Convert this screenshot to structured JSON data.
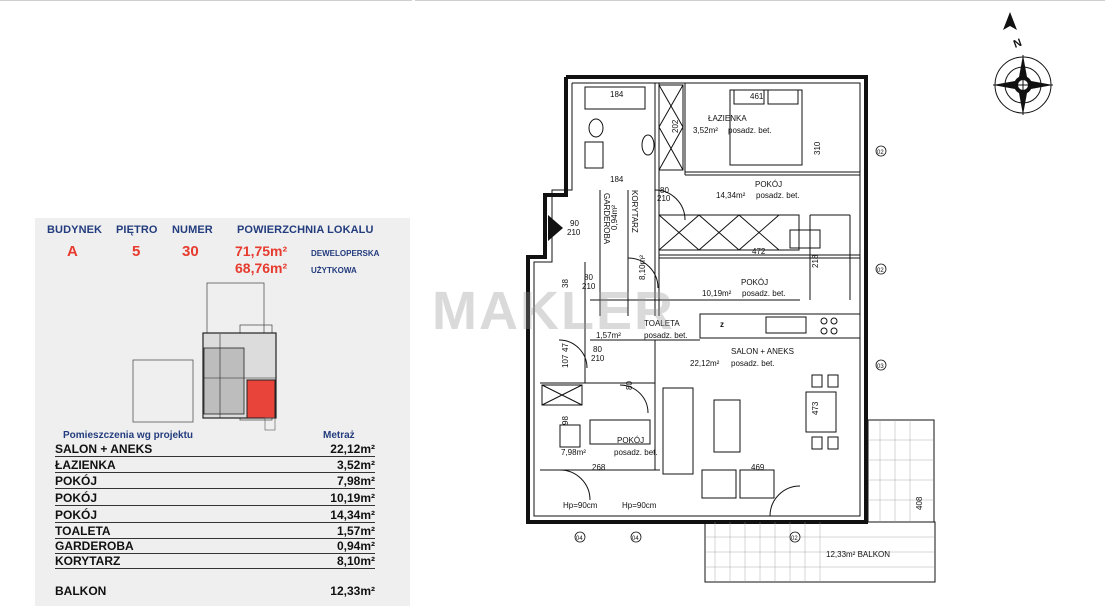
{
  "header": {
    "col_budynek": "BUDYNEK",
    "col_pietro": "PIĘTRO",
    "col_numer": "NUMER",
    "col_powierzchnia": "POWIERZCHNIA LOKALU",
    "budynek": "A",
    "pietro": "5",
    "numer": "30",
    "area_dev": "71,75m²",
    "area_dev_label": "DEWELOPERSKA",
    "area_use": "68,76m²",
    "area_use_label": "UŻYTKOWA"
  },
  "rooms_table": {
    "title": "Pomieszczenia wg projektu",
    "metraz_label": "Metraż",
    "rows": [
      {
        "name": "SALON + ANEKS",
        "area": "22,12m²"
      },
      {
        "name": "ŁAZIENKA",
        "area": "3,52m²"
      },
      {
        "name": "POKÓJ",
        "area": "7,98m²"
      },
      {
        "name": "POKÓJ",
        "area": "10,19m²"
      },
      {
        "name": "POKÓJ",
        "area": "14,34m²"
      },
      {
        "name": "TOALETA",
        "area": "1,57m²"
      },
      {
        "name": "GARDEROBA",
        "area": "0,94m²"
      },
      {
        "name": "KORYTARZ",
        "area": "8,10m²"
      }
    ],
    "balkon": {
      "name": "BALKON",
      "area": "12,33m²"
    }
  },
  "plan": {
    "watermark": "MAKLER",
    "compass_letter": "N",
    "labels": {
      "lazienka": "ŁAZIENKA",
      "lazienka_area": "3,52m²",
      "floor": "posadz. bet.",
      "pokoj": "POKÓJ",
      "pokoj_big_area": "14,34m²",
      "pokoj_mid_area": "10,19m²",
      "pokoj_small_area": "7,98m²",
      "toaleta": "TOALETA",
      "toaleta_area": "1,57m²",
      "salon": "SALON + ANEKS",
      "salon_area": "22,12m²",
      "garderoba": "GARDEROBA",
      "garderoba_area": "0,94m²",
      "korytarz": "KORYTARZ",
      "korytarz_area": "8,10m²",
      "balkon": "12,33m² BALKON"
    },
    "dims": {
      "d184": "184",
      "d461": "461",
      "d202": "202",
      "d310": "310",
      "d184b": "184",
      "d80_210": "80",
      "d210": "210",
      "d90": "90",
      "d472": "472",
      "d218": "218",
      "d107": "107",
      "d47": "47",
      "d473": "473",
      "d268": "268",
      "d469": "469",
      "d408": "408",
      "d98": "98",
      "d38": "38",
      "dhp": "Hp=90cm",
      "dz": "z"
    },
    "axes": {
      "a02": "02",
      "a03": "03",
      "a04": "04"
    }
  },
  "colors": {
    "accent_red": "#e63b2e",
    "header_blue": "#233c7e",
    "panel_bg": "#efefef",
    "highlight": "#e8443a"
  }
}
